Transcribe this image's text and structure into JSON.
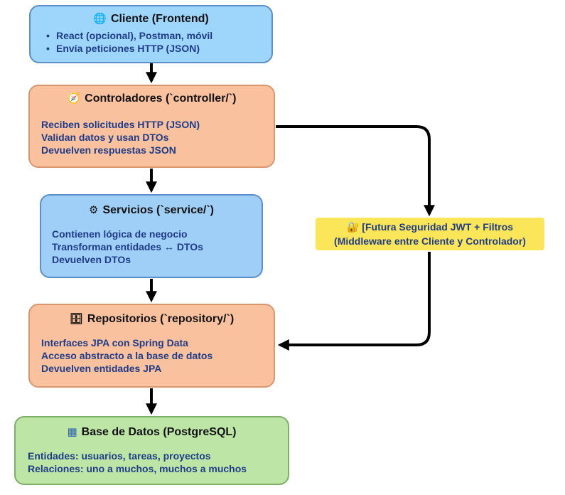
{
  "nodes": {
    "cliente": {
      "icon": "globe-icon",
      "title": "Cliente (Frontend)",
      "lines": [
        "React (opcional), Postman, móvil",
        "Envía peticiones HTTP (JSON)"
      ]
    },
    "controladores": {
      "icon": "compass-icon",
      "title": "Controladores (`controller/`)",
      "lines": [
        "Reciben solicitudes HTTP (JSON)",
        "Validan datos y usan DTOs",
        "Devuelven respuestas JSON"
      ]
    },
    "servicios": {
      "icon": "gear-icon",
      "title": "Servicios (`service/`)",
      "lines": [
        "Contienen lógica de negocio",
        "Transforman entidades ↔ DTOs",
        "Devuelven DTOs"
      ]
    },
    "repositorios": {
      "icon": "cabinet-icon",
      "title": "Repositorios (`repository/`)",
      "lines": [
        "Interfaces JPA con Spring Data",
        "Acceso abstracto a la base de datos",
        "Devuelven entidades JPA"
      ]
    },
    "base_datos": {
      "icon": "database-icon",
      "title": "Base de Datos (PostgreSQL)",
      "lines": [
        "Entidades: usuarios, tareas, proyectos",
        "Relaciones: uno a muchos, muchos a muchos"
      ]
    }
  },
  "security_note": {
    "icon": "lock-icon",
    "line1": "[Futura Seguridad JWT + Filtros",
    "line2": "(Middleware entre Cliente y Controlador)"
  },
  "colors": {
    "blue": "#9ed6fb",
    "orange": "#f9c19e",
    "green": "#bde6a6",
    "note": "#fbe65a",
    "text": "#1f3c88"
  }
}
